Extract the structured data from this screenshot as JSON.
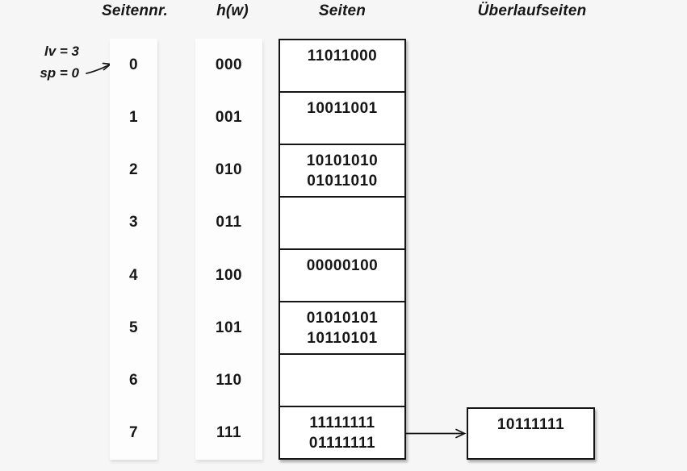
{
  "canvas": {
    "background": "#f6f6f6",
    "ink": "#151515",
    "panel": "#ffffff"
  },
  "headers": {
    "page_no": "Seitennr.",
    "hash": "h(w)",
    "pages": "Seiten",
    "overflow": "Überlaufseiten"
  },
  "annotation": {
    "level": "lv = 3",
    "split_pointer": "sp = 0",
    "arrow_icon": "hand-drawn-arrow-up-right",
    "points_to_page": "0"
  },
  "buckets": {
    "rows": [
      {
        "nr": "0",
        "hash": "000",
        "line1": "11011000",
        "line2": ""
      },
      {
        "nr": "1",
        "hash": "001",
        "line1": "10011001",
        "line2": ""
      },
      {
        "nr": "2",
        "hash": "010",
        "line1": "10101010",
        "line2": "01011010"
      },
      {
        "nr": "3",
        "hash": "011",
        "line1": "",
        "line2": ""
      },
      {
        "nr": "4",
        "hash": "100",
        "line1": "00000100",
        "line2": ""
      },
      {
        "nr": "5",
        "hash": "101",
        "line1": "01010101",
        "line2": "10110101"
      },
      {
        "nr": "6",
        "hash": "110",
        "line1": "",
        "line2": ""
      },
      {
        "nr": "7",
        "hash": "111",
        "line1": "11111111",
        "line2": "01111111"
      }
    ]
  },
  "overflow_page": {
    "line1": "10111111",
    "attached_to_row": "7",
    "arrow_icon": "right-arrow"
  }
}
